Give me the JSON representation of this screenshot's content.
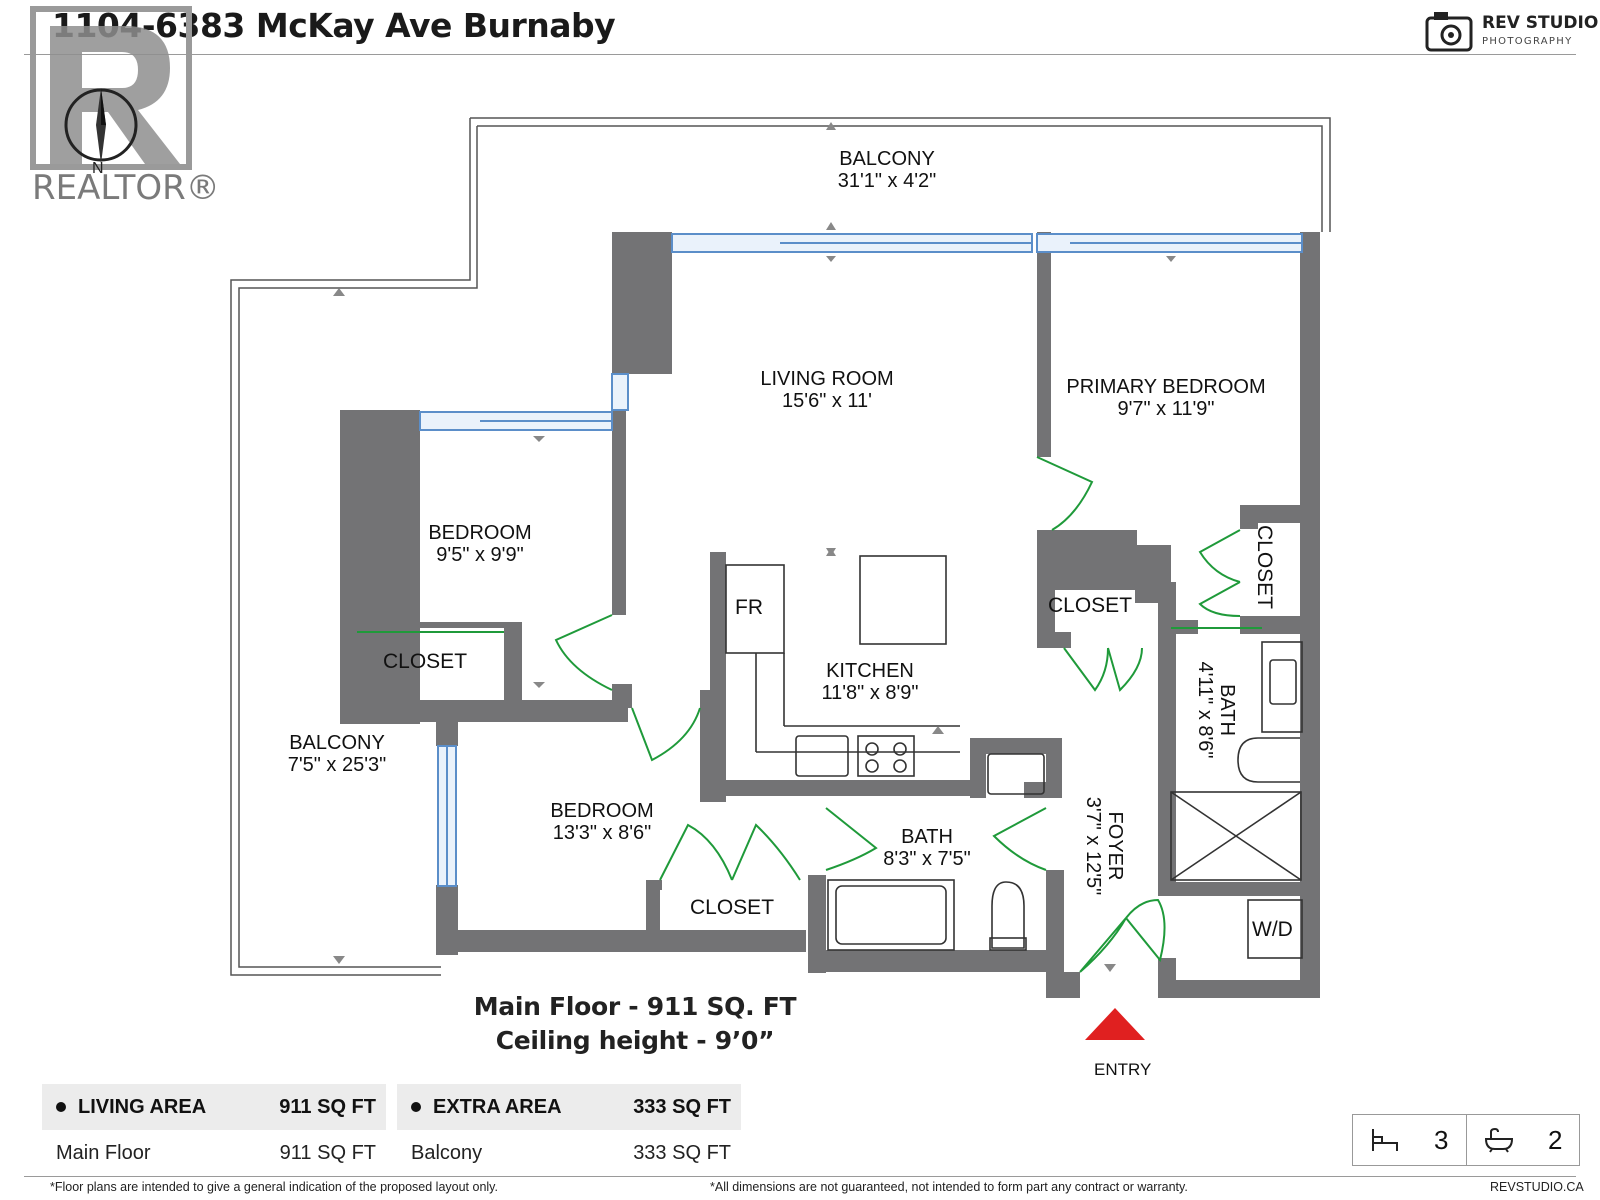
{
  "header": {
    "title": "1104-6383 McKay Ave Burnaby",
    "brand_name": "REV STUDIO",
    "brand_sub": "PHOTOGRAPHY"
  },
  "watermark": {
    "text": "REALTOR®",
    "compass_label": "N",
    "icon": "realtor-r-icon"
  },
  "rooms": {
    "balcony_top": {
      "name": "BALCONY",
      "dims": "31'1\" x 4'2\""
    },
    "living_room": {
      "name": "LIVING ROOM",
      "dims": "15'6\" x 11'"
    },
    "primary_bedroom": {
      "name": "PRIMARY BEDROOM",
      "dims": "9'7\" x 11'9\""
    },
    "bedroom_1": {
      "name": "BEDROOM",
      "dims": "9'5\" x 9'9\""
    },
    "kitchen": {
      "name": "KITCHEN",
      "dims": "11'8\" x 8'9\""
    },
    "balcony_left": {
      "name": "BALCONY",
      "dims": "7'5\" x 25'3\""
    },
    "bedroom_2": {
      "name": "BEDROOM",
      "dims": "13'3\" x 8'6\""
    },
    "bath_main": {
      "name": "BATH",
      "dims": "8'3\" x 7'5\""
    },
    "bath_ensuite": {
      "name": "BATH",
      "dims": "4'11\" x 8'6\""
    },
    "foyer": {
      "name": "FOYER",
      "dims": "3'7\" x 12'5\""
    }
  },
  "labels": {
    "fr": "FR",
    "closet_bed1": "CLOSET",
    "closet_kitchen": "CLOSET",
    "closet_bed2": "CLOSET",
    "closet_primary": "CLOSET",
    "wd": "W/D",
    "entry": "ENTRY"
  },
  "summary": {
    "line1": "Main Floor - 911 SQ. FT",
    "line2": "Ceiling height - 9’0”"
  },
  "tables": {
    "living": {
      "header": "LIVING AREA",
      "header_value": "911 SQ FT",
      "rows": [
        {
          "label": "Main Floor",
          "value": "911 SQ FT"
        }
      ]
    },
    "extra": {
      "header": "EXTRA AREA",
      "header_value": "333 SQ FT",
      "rows": [
        {
          "label": "Balcony",
          "value": "333 SQ FT"
        }
      ]
    }
  },
  "counts": {
    "bedrooms": "3",
    "bathrooms": "2",
    "bed_icon": "bed-icon",
    "bath_icon": "bathtub-icon"
  },
  "footer": {
    "left": "*Floor plans are intended to give a general indication of the proposed layout only.",
    "middle": "*All dimensions are not guaranteed, not intended to form part any contract or warranty.",
    "right": "REVSTUDIO.CA"
  },
  "colors": {
    "wall": "#707072",
    "window": "#5b8ec9",
    "door": "#1f9a3a",
    "entry_arrow": "#e02020",
    "watermark": "#8a8a8a"
  }
}
